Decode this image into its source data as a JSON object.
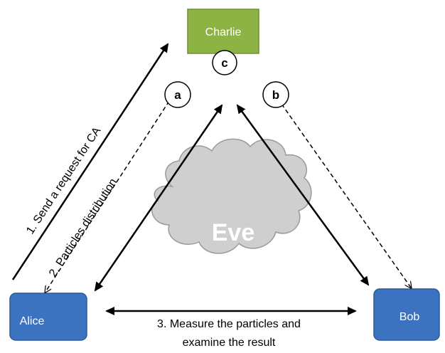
{
  "colors": {
    "charlie_fill": "#8db344",
    "charlie_stroke": "#6e8f33",
    "node_blue_fill": "#3c73c0",
    "node_blue_stroke": "#2b5a9b",
    "cloud_fill": "#cfcfcf",
    "cloud_stroke": "#9a9a9a",
    "eve_text": "#ffffff",
    "arrow_color": "#000000"
  },
  "nodes": {
    "charlie": "Charlie",
    "alice": "Alice",
    "bob": "Bob",
    "eve": "Eve"
  },
  "badges": {
    "a": "a",
    "b": "b",
    "c": "c"
  },
  "edge_labels": {
    "send_request": "1. Send a request for CA",
    "particles_distribution": "2. Particles distribution",
    "measure_line1": "3. Measure the particles and",
    "measure_line2": "examine the result"
  }
}
